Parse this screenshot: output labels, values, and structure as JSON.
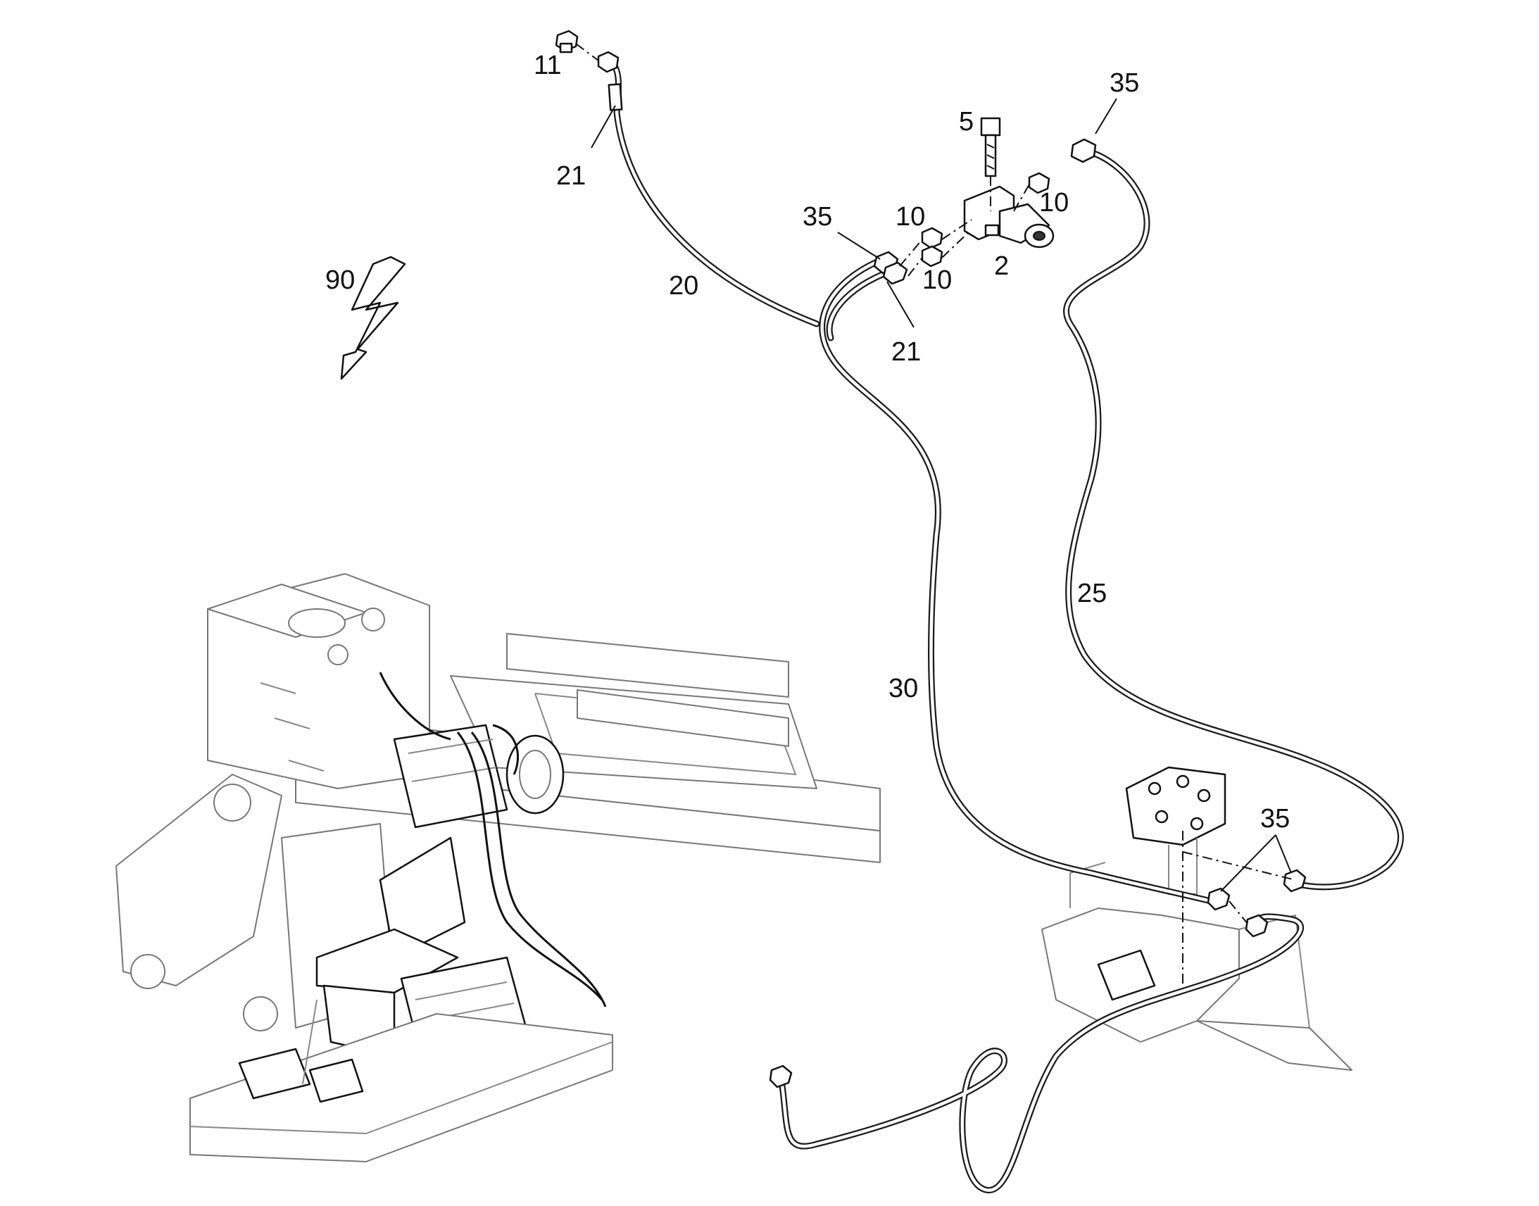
{
  "callouts": {
    "c11": "11",
    "c21_top": "21",
    "c20": "20",
    "c90": "90",
    "c5": "5",
    "c35_top_right": "35",
    "c35_left": "35",
    "c10_upper": "10",
    "c10_right": "10",
    "c10_lower": "10",
    "c2": "2",
    "c21_mid": "21",
    "c25": "25",
    "c30": "30",
    "c35_bottom": "35"
  },
  "colors": {
    "line": "#111111",
    "frame": "#777777",
    "background": "#ffffff"
  },
  "icons": {
    "electrical": "lightning-bolt-icon"
  }
}
